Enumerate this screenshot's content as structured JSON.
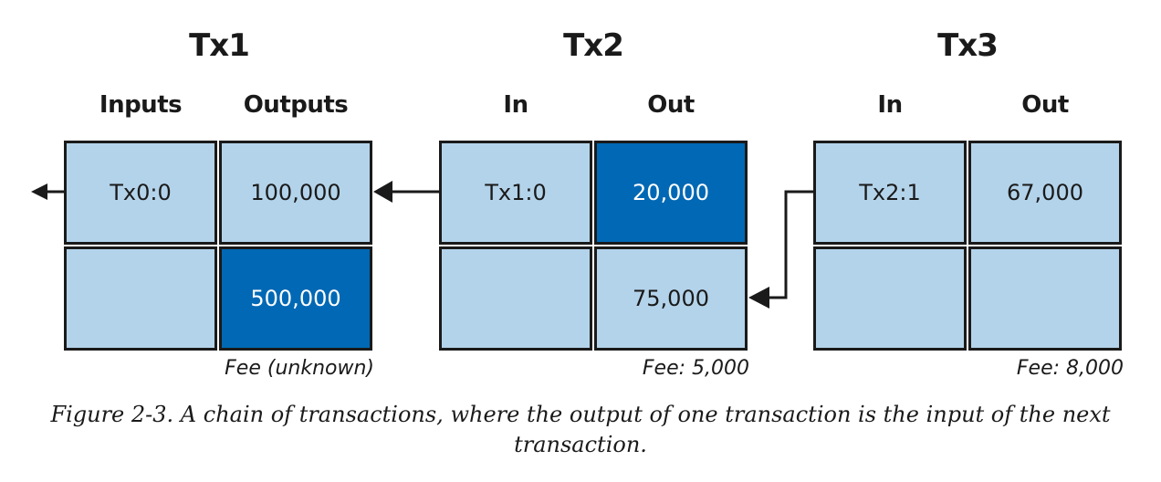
{
  "transactions": [
    {
      "title": "Tx1",
      "in_header": "Inputs",
      "out_header": "Outputs",
      "cells": {
        "in_top": "Tx0:0",
        "out_top": "100,000",
        "in_bottom": "",
        "out_bottom": "500,000"
      },
      "fee": "Fee (unknown)"
    },
    {
      "title": "Tx2",
      "in_header": "In",
      "out_header": "Out",
      "cells": {
        "in_top": "Tx1:0",
        "out_top": "20,000",
        "in_bottom": "",
        "out_bottom": "75,000"
      },
      "fee": "Fee: 5,000"
    },
    {
      "title": "Tx3",
      "in_header": "In",
      "out_header": "Out",
      "cells": {
        "in_top": "Tx2:1",
        "out_top": "67,000",
        "in_bottom": "",
        "out_bottom": ""
      },
      "fee": "Fee: 8,000"
    }
  ],
  "colors": {
    "cell_light": "#b3d3ea",
    "cell_dark": "#0068b4",
    "border": "#1a1a1a"
  },
  "caption": "Figure 2-3. A chain of transactions, where the output of one transaction is the input of the next transaction."
}
